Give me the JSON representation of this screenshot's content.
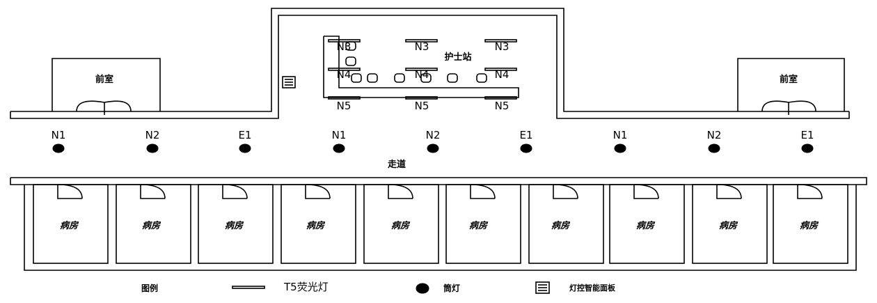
{
  "anteroom_label": "前室",
  "corridor_label": "走道",
  "nurse_station_label": "护士站",
  "ward_label": "病房",
  "corridor_lights": [
    "N1",
    "N2",
    "E1",
    "N1",
    "N2",
    "E1",
    "N1",
    "N2",
    "E1"
  ],
  "nurse_station_lights": {
    "row1": [
      "N3",
      "N3",
      "N3"
    ],
    "row2": [
      "N4",
      "N4",
      "N4"
    ],
    "row3": [
      "N5",
      "N5",
      "N5"
    ]
  },
  "legend": {
    "title": "图例",
    "fluorescent": "T5荧光灯",
    "downlight": "筒灯",
    "smart_panel": "灯控智能面板"
  }
}
